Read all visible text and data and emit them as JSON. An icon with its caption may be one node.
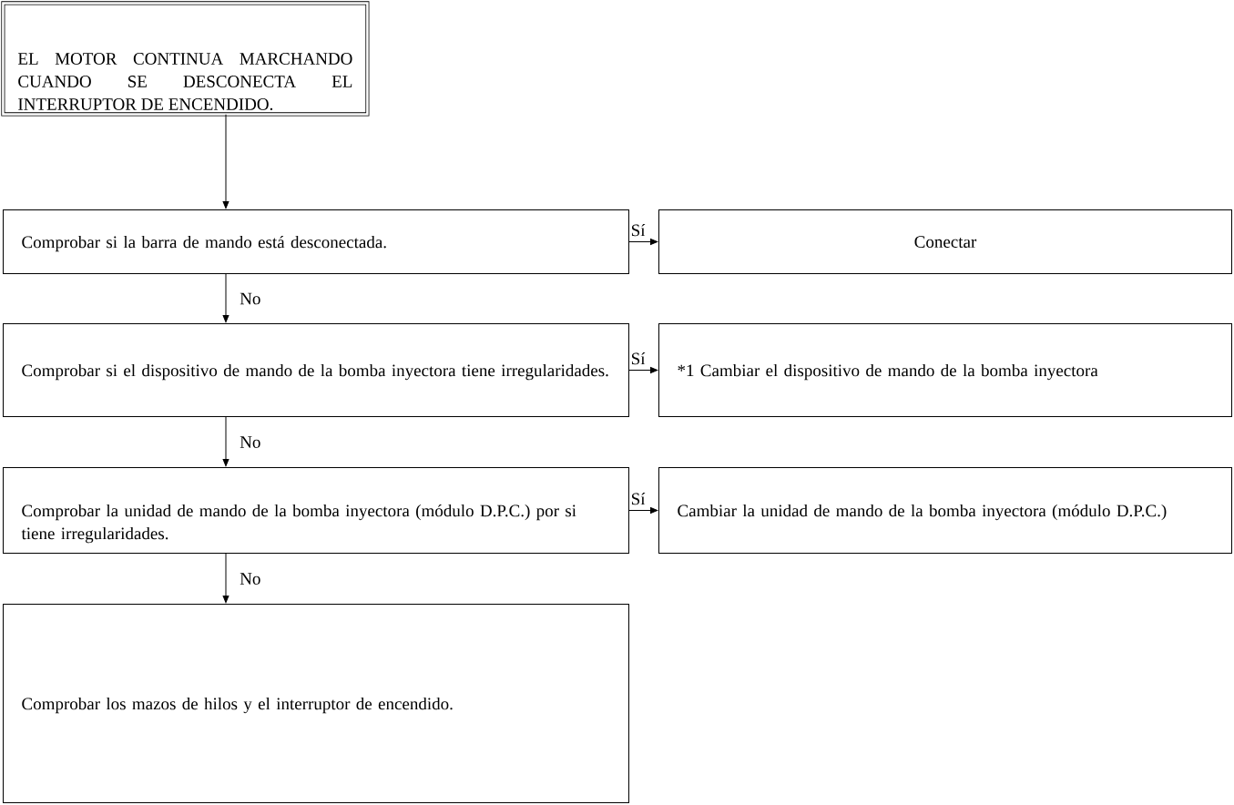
{
  "diagram": {
    "nodes": [
      {
        "text": [
          "EL MOTOR CONTINUA MARCHANDO CUANDO SE DESCONECTA EL INTERRUPTOR DE ENCENDIDO."
        ]
      },
      {
        "text": [
          "Comprobar si la barra de mando está desconectada."
        ]
      },
      {
        "text": [
          "Conectar"
        ]
      },
      {
        "text": [
          "Comprobar si el dispositivo de mando de la bomba inyectora tiene irregularidades."
        ]
      },
      {
        "text": [
          "*1 Cambiar el dispositivo de mando de la bomba inyectora"
        ]
      },
      {
        "text": [
          "Comprobar la unidad de mando de la bomba inyectora (módulo D.P.C.) por si tiene irregularidades."
        ]
      },
      {
        "text": [
          "Cambiar la unidad de mando de la bomba inyectora (módulo D.P.C.)"
        ]
      },
      {
        "text": [
          "Comprobar los mazos de hilos y el interruptor de encendido."
        ]
      }
    ],
    "edges": [
      {
        "from": 0,
        "to": 1,
        "arrow": "to"
      },
      {
        "from": 1,
        "to": 2,
        "arrow": "to",
        "label": "Sí"
      },
      {
        "from": 1,
        "to": 3,
        "arrow": "to",
        "label": "No"
      },
      {
        "from": 3,
        "to": 4,
        "arrow": "to",
        "label": "Sí"
      },
      {
        "from": 3,
        "to": 5,
        "arrow": "to",
        "label": "No"
      },
      {
        "from": 5,
        "to": 6,
        "arrow": "to",
        "label": "Sí"
      },
      {
        "from": 5,
        "to": 7,
        "arrow": "to",
        "label": "No"
      }
    ]
  }
}
